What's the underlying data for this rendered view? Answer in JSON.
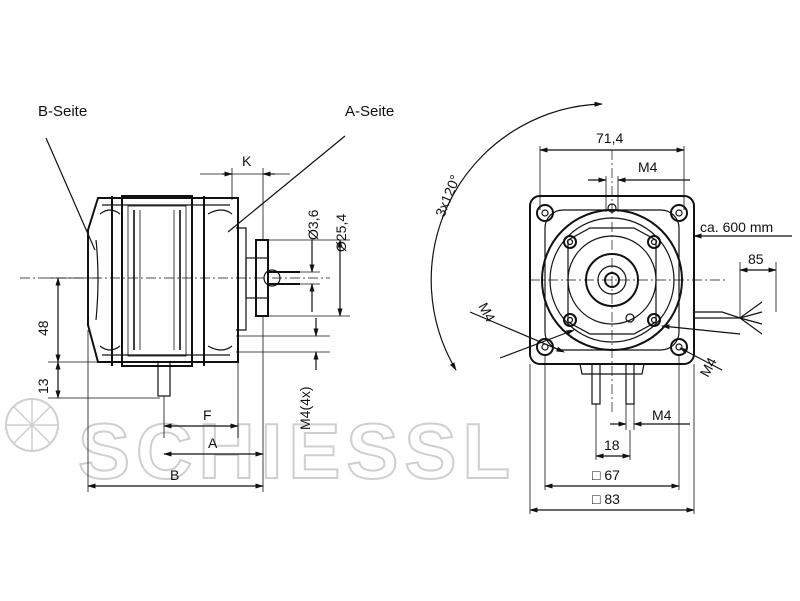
{
  "watermark": "SCHIESSL",
  "side_view": {
    "label_b_side": "B-Seite",
    "label_a_side": "A-Seite",
    "dim_k": "K",
    "dim_shaft_dia": "Ø3,6",
    "dim_hub_dia": "Ø25,4",
    "dim_48": "48",
    "dim_13": "13",
    "dim_f": "F",
    "dim_a": "A",
    "dim_b": "B",
    "dim_m4_4x": "M4(4x)"
  },
  "front_view": {
    "dim_71_4": "71,4",
    "dim_m4_top": "M4",
    "dim_3x120": "3x120°",
    "dim_cable": "ca. 600 mm",
    "dim_85": "85",
    "dim_m4_left": "M4",
    "dim_m4_right": "M4",
    "dim_m4_bottom": "M4",
    "dim_18": "18",
    "dim_67": "□ 67",
    "dim_83": "□ 83"
  }
}
